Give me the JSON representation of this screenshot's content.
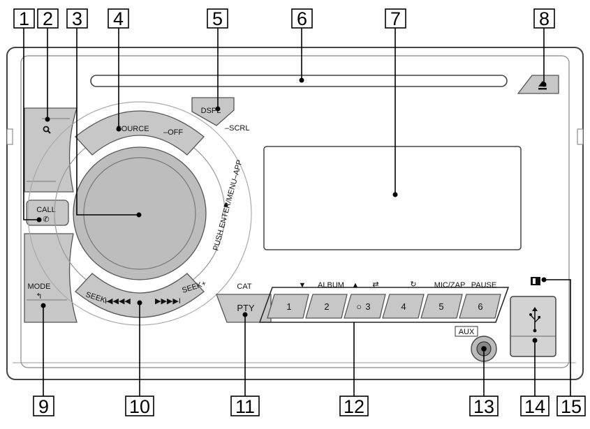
{
  "callouts": [
    "1",
    "2",
    "3",
    "4",
    "5",
    "6",
    "7",
    "8",
    "9",
    "10",
    "11",
    "12",
    "13",
    "14",
    "15"
  ],
  "labels": {
    "source": "SOURCE",
    "off": "OFF",
    "dspl": "DSPL",
    "scrl": "SCRL",
    "call": "CALL",
    "push_enter": "PUSH ENTER/MENU",
    "app": "APP",
    "mode": "MODE",
    "seek_minus": "SEEK–",
    "seek_plus": "SEEK+",
    "cat": "CAT",
    "pty": "PTY",
    "album": "ALBUM",
    "mic_zap": "MIC/ZAP",
    "pause": "PAUSE",
    "aux": "AUX"
  },
  "preset_buttons": [
    "1",
    "2",
    "3",
    "4",
    "5",
    "6"
  ],
  "preset_3_prefix": "○",
  "icons": {
    "eject": "eject-icon",
    "search": "search-icon",
    "phone": "phone-icon",
    "back": "back-arrow-icon",
    "prev": "prev-track-icon",
    "next": "next-track-icon",
    "repeat": "repeat-icon",
    "shuffle": "shuffle-icon",
    "usb": "usb-icon",
    "ir": "ir-receiver-icon",
    "album_down": "triangle-down-icon",
    "album_up": "triangle-up-icon",
    "menu_up": "triangle-up-icon"
  }
}
